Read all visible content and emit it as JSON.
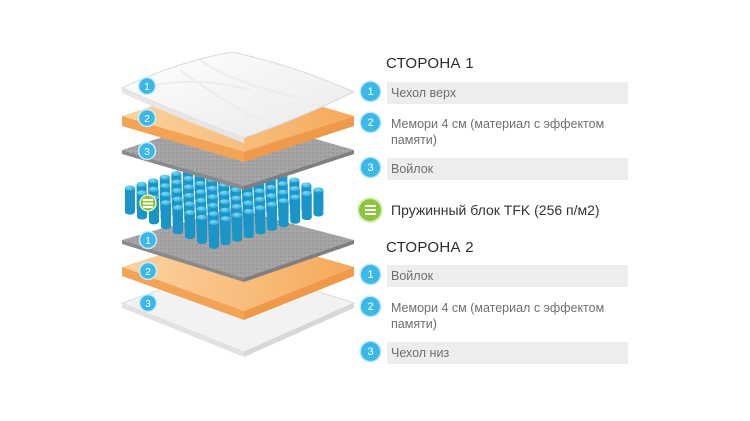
{
  "side1": {
    "title": "СТОРОНА 1",
    "items": [
      {
        "num": "1",
        "label": "Чехол верх"
      },
      {
        "num": "2",
        "label": "Мемори 4 см (материал с эффектом памяти)"
      },
      {
        "num": "3",
        "label": "Войлок"
      }
    ]
  },
  "spring_block": {
    "label": "Пружинный блок TFK (256 п/м2)",
    "icon": "spring-block-icon"
  },
  "side2": {
    "title": "СТОРОНА 2",
    "items": [
      {
        "num": "1",
        "label": "Войлок"
      },
      {
        "num": "2",
        "label": "Мемори 4 см (материал с эффектом памяти)"
      },
      {
        "num": "3",
        "label": "Чехол низ"
      }
    ]
  },
  "colors": {
    "accent_blue": "#3cb8e8",
    "accent_green": "#8cc63f",
    "memory_foam": "#f8b76a",
    "felt": "#9a9a9a",
    "label_bar": "#ededed"
  }
}
